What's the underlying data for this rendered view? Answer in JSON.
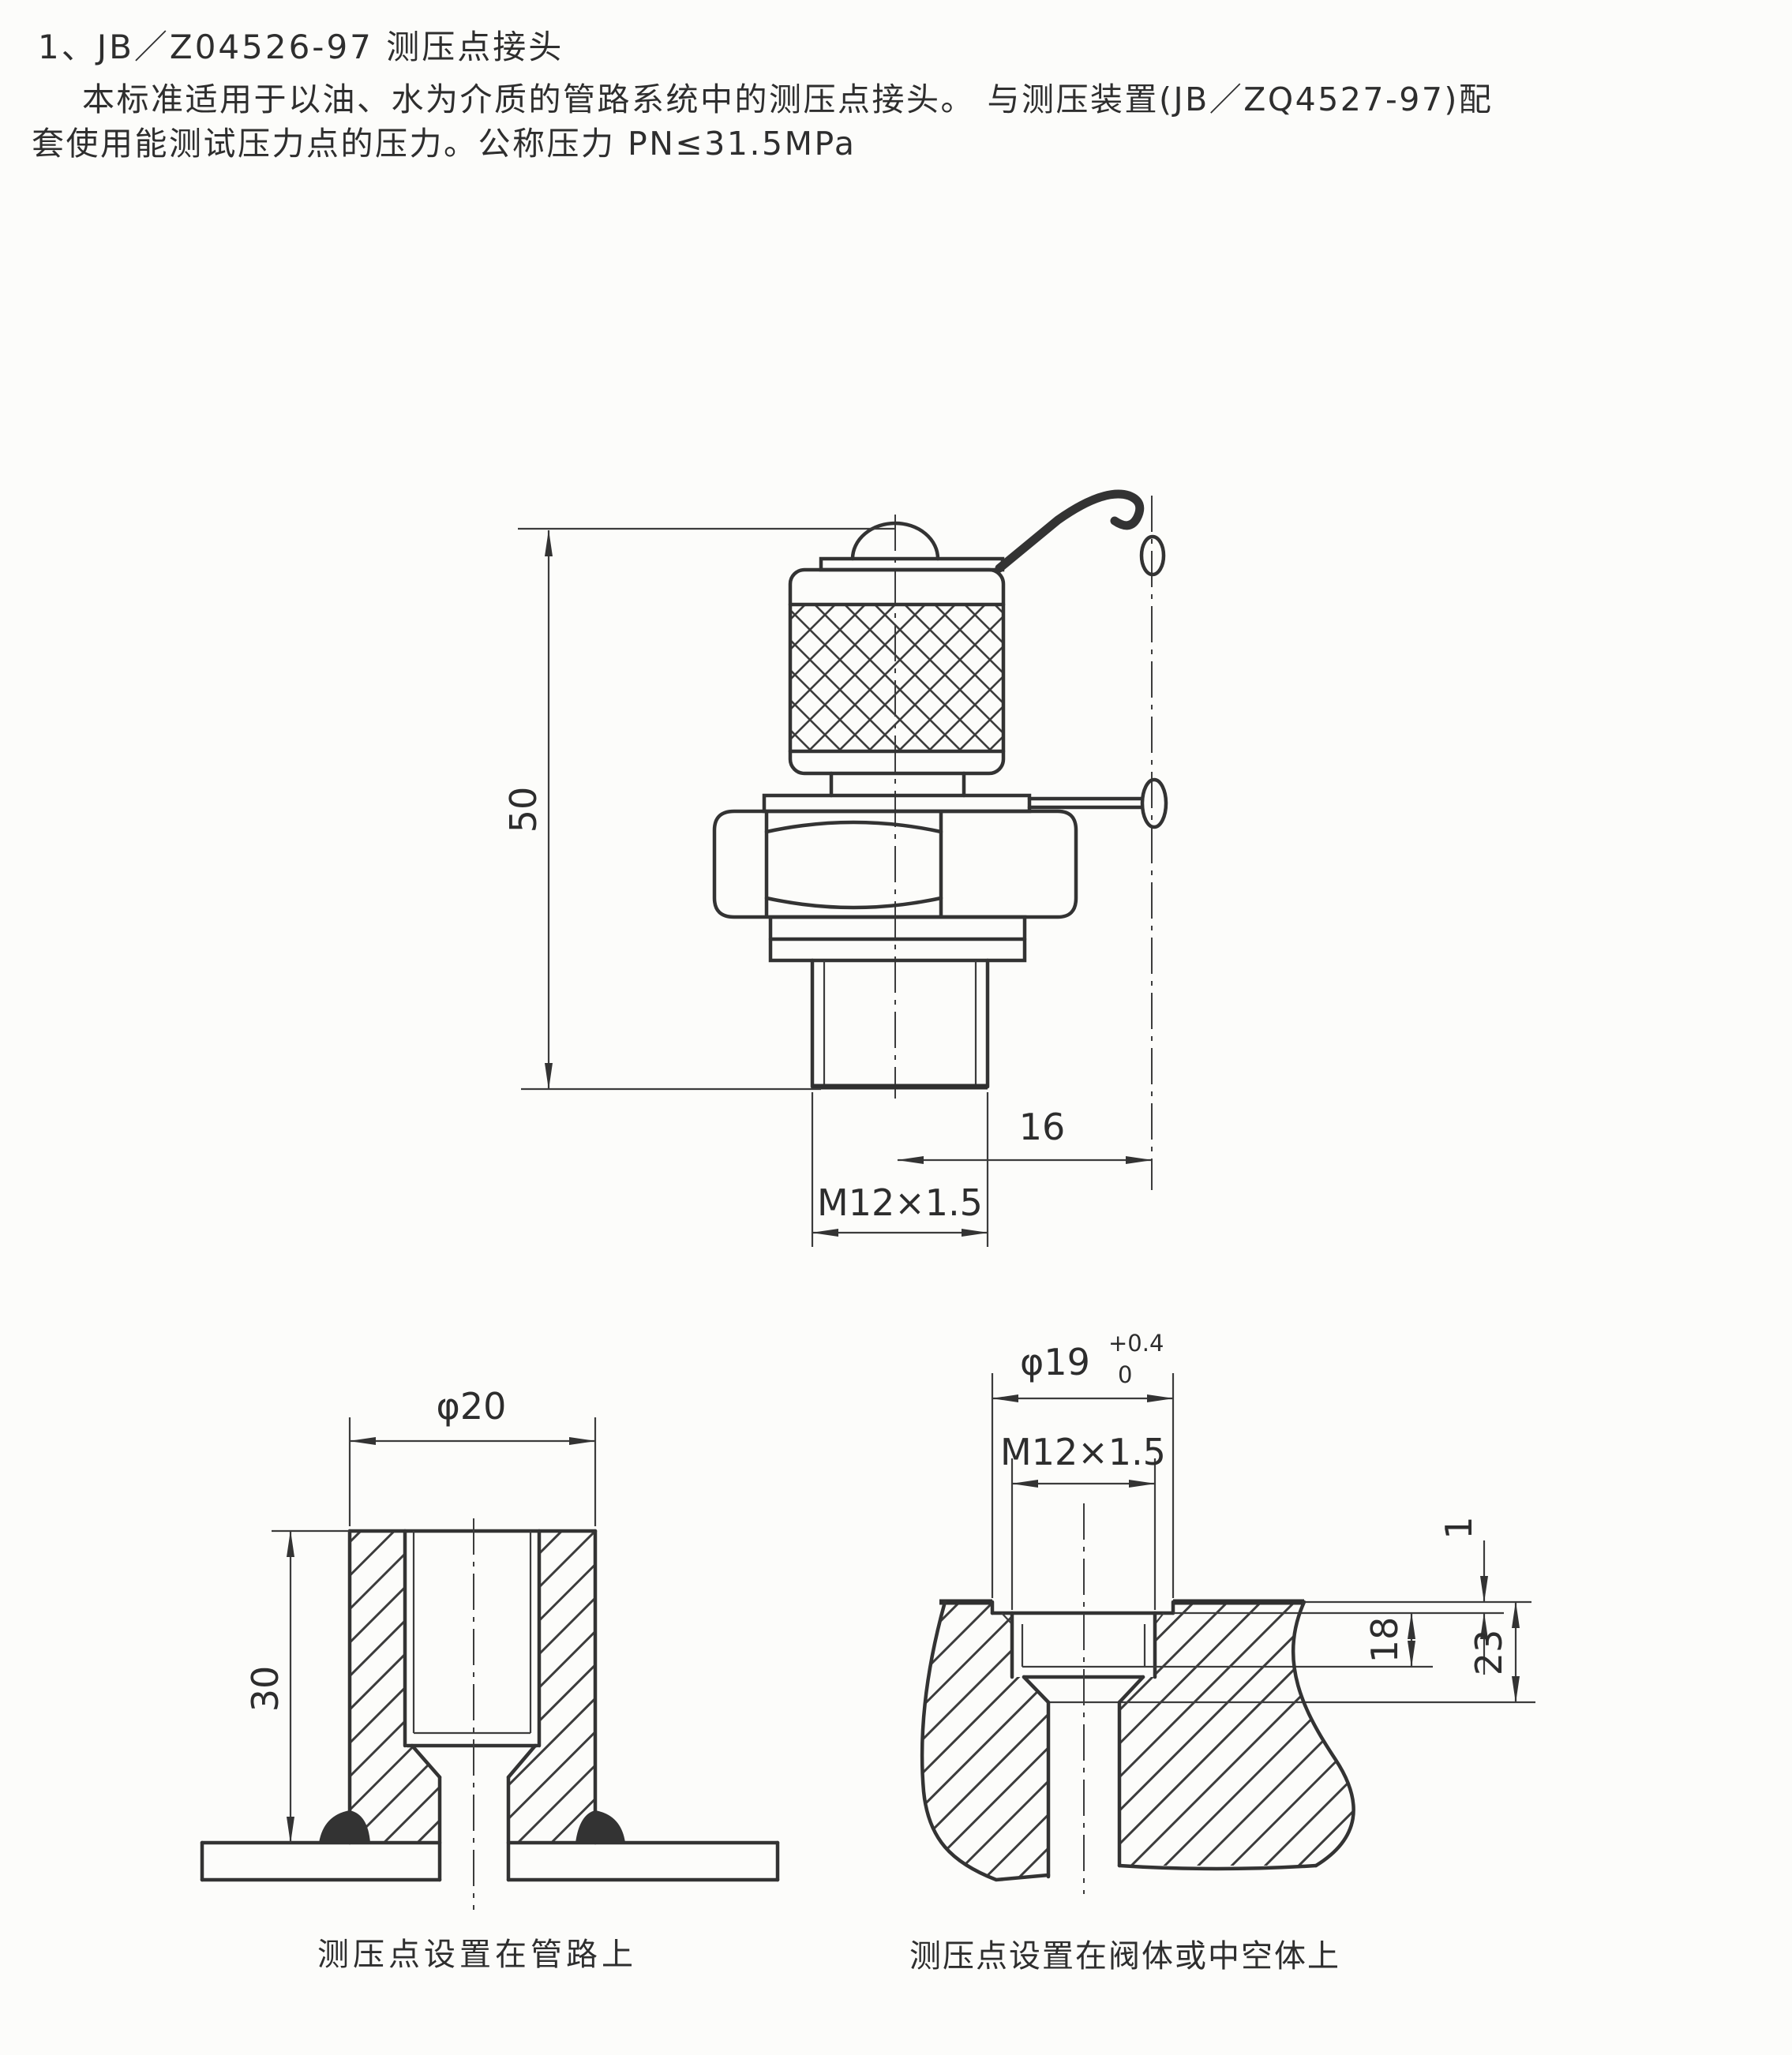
{
  "document": {
    "title": "1、JB／Z04526-97 测压点接头",
    "body_line1": "本标准适用于以油、水为介质的管路系统中的测压点接头。 与测压装置(JB／ZQ4527-97)配",
    "body_line2": "套使用能测试压力点的压力。公称压力 PN≤31.5MPa"
  },
  "figure_main": {
    "dim_height": "50",
    "dim_thread_len": "16",
    "dim_thread": "M12×1.5"
  },
  "figure_pipe": {
    "dim_dia": "φ20",
    "dim_depth": "30",
    "caption": "测压点设置在管路上"
  },
  "figure_body": {
    "dim_dia": "φ19",
    "dim_tol_upper": "+0.4",
    "dim_tol_lower": "0",
    "dim_thread": "M12×1.5",
    "dim_recess": "1",
    "dim_thread_depth": "18",
    "dim_hole_depth": "23",
    "caption": "测压点设置在阀体或中空体上"
  }
}
